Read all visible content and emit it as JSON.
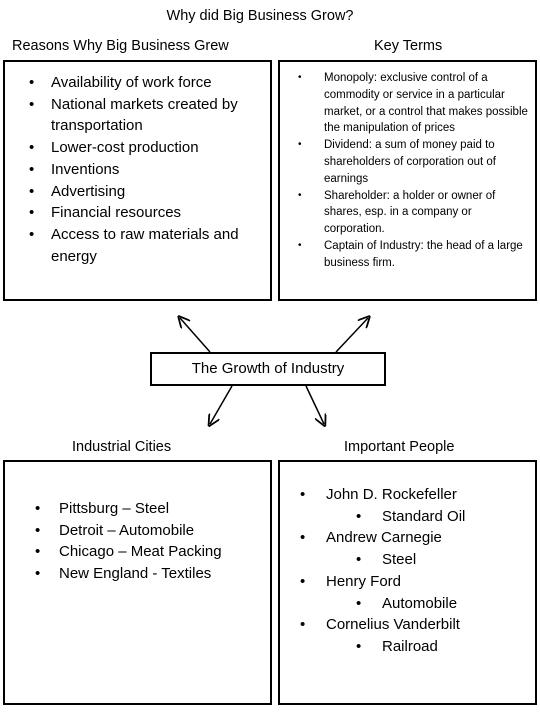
{
  "main_title": "Why did Big Business Grow?",
  "center": "The Growth of Industry",
  "reasons": {
    "heading": "Reasons Why Big Business Grew",
    "items": [
      "Availability of work force",
      "National markets created by transportation",
      "Lower-cost production",
      "Inventions",
      "Advertising",
      "Financial resources",
      "Access to raw materials and energy"
    ]
  },
  "key_terms": {
    "heading": "Key Terms",
    "items": [
      "Monopoly: exclusive control of a commodity or service in a particular market, or a control that makes possible the manipulation of prices",
      "Dividend: a sum of money paid to shareholders of corporation out of earnings",
      "Shareholder: a holder or owner of shares, esp. in a company or corporation.",
      "Captain of Industry: the head of a large business firm."
    ]
  },
  "cities": {
    "heading": "Industrial Cities",
    "items": [
      "Pittsburg – Steel",
      "Detroit – Automobile",
      "Chicago – Meat Packing",
      "New England - Textiles"
    ]
  },
  "people": {
    "heading": "Important People",
    "items": [
      {
        "name": "John D. Rockefeller",
        "detail": "Standard Oil"
      },
      {
        "name": "Andrew Carnegie",
        "detail": "Steel"
      },
      {
        "name": "Henry Ford",
        "detail": "Automobile"
      },
      {
        "name": "Cornelius Vanderbilt",
        "detail": "Railroad"
      }
    ]
  }
}
